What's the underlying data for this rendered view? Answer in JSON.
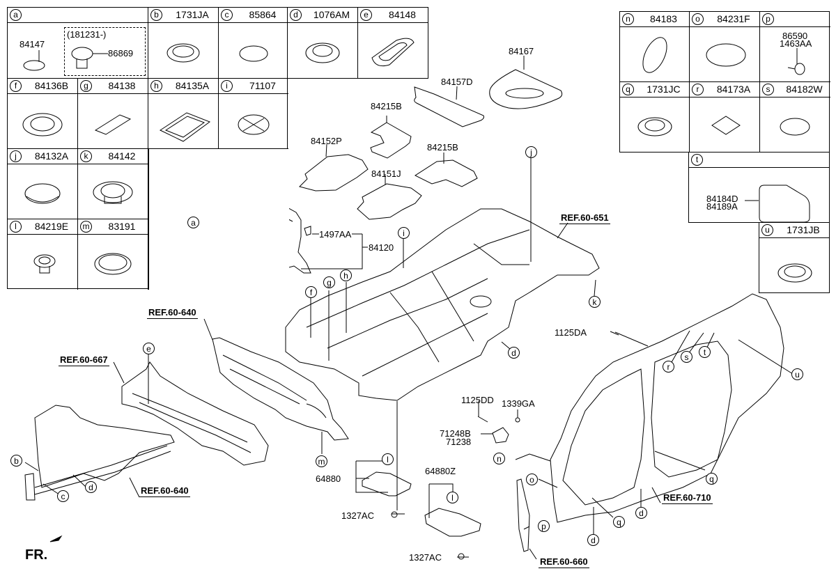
{
  "diagram": {
    "type": "parts-exploded-view",
    "front_indicator": "FR."
  },
  "left_table": {
    "a": {
      "letter": "a",
      "part_no": "",
      "sub_parts": [
        {
          "label": "84147"
        },
        {
          "label": "86869"
        }
      ],
      "date_note": "(181231-)"
    },
    "b": {
      "letter": "b",
      "part_no": "1731JA"
    },
    "c": {
      "letter": "c",
      "part_no": "85864"
    },
    "d": {
      "letter": "d",
      "part_no": "1076AM"
    },
    "e": {
      "letter": "e",
      "part_no": "84148"
    },
    "f": {
      "letter": "f",
      "part_no": "84136B"
    },
    "g": {
      "letter": "g",
      "part_no": "84138"
    },
    "h": {
      "letter": "h",
      "part_no": "84135A"
    },
    "i": {
      "letter": "i",
      "part_no": "71107"
    },
    "j": {
      "letter": "j",
      "part_no": "84132A"
    },
    "k": {
      "letter": "k",
      "part_no": "84142"
    },
    "l": {
      "letter": "l",
      "part_no": "84219E"
    },
    "m": {
      "letter": "m",
      "part_no": "83191"
    }
  },
  "right_table": {
    "n": {
      "letter": "n",
      "part_no": "84183"
    },
    "o": {
      "letter": "o",
      "part_no": "84231F"
    },
    "p": {
      "letter": "p",
      "part_no": "",
      "sub_parts": [
        {
          "label": "86590"
        },
        {
          "label": "1463AA"
        }
      ]
    },
    "q": {
      "letter": "q",
      "part_no": "1731JC"
    },
    "r": {
      "letter": "r",
      "part_no": "84173A"
    },
    "s": {
      "letter": "s",
      "part_no": "84182W"
    },
    "t": {
      "letter": "t",
      "part_no": "",
      "sub_parts": [
        {
          "label": "84184D"
        },
        {
          "label": "84189A"
        }
      ]
    },
    "u": {
      "letter": "u",
      "part_no": "1731JB"
    }
  },
  "part_labels": {
    "p84167": "84167",
    "p84157D": "84157D",
    "p84215B_1": "84215B",
    "p84215B_2": "84215B",
    "p84152P": "84152P",
    "p84151J": "84151J",
    "p1497AA": "1497AA",
    "p84120": "84120",
    "p1125DA": "1125DA",
    "p1125DD": "1125DD",
    "p1339GA": "1339GA",
    "p71248B": "71248B",
    "p71238": "71238",
    "p64880": "64880",
    "p64880Z": "64880Z",
    "p1327AC_1": "1327AC",
    "p1327AC_2": "1327AC"
  },
  "references": {
    "ref651": "REF.60-651",
    "ref640_top": "REF.60-640",
    "ref667": "REF.60-667",
    "ref640_bottom": "REF.60-640",
    "ref710": "REF.60-710",
    "ref660": "REF.60-660"
  },
  "callouts": {
    "a": "a",
    "b": "b",
    "c": "c",
    "d": "d",
    "e": "e",
    "f": "f",
    "g": "g",
    "h": "h",
    "i": "i",
    "j": "j",
    "k": "k",
    "l": "l",
    "m": "m",
    "n": "n",
    "o": "o",
    "p": "p",
    "q": "q",
    "r": "r",
    "s": "s",
    "t": "t",
    "u": "u"
  }
}
